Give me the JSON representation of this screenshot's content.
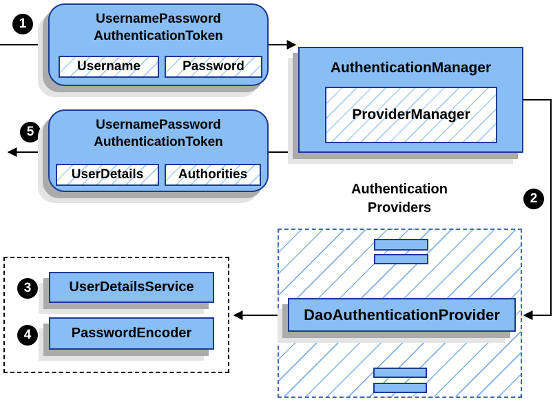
{
  "colors": {
    "box_fill": "#89bef5",
    "box_border": "#1b3a91",
    "hatch_line": "#a9cdf2",
    "hatch_strong": "#7fb2e2",
    "dashed_border": "#3d6ab2",
    "shadow_dark": "#ababab",
    "shadow_light": "#e4e4e4",
    "connector": "#000000"
  },
  "badges": {
    "step1": "1",
    "step2": "2",
    "step3": "3",
    "step4": "4",
    "step5": "5"
  },
  "request_token": {
    "title_line1": "UsernamePassword",
    "title_line2": "AuthenticationToken",
    "field1": "Username",
    "field2": "Password"
  },
  "authentication_manager": {
    "title": "AuthenticationManager",
    "provider_manager": "ProviderManager"
  },
  "response_token": {
    "title_line1": "UsernamePassword",
    "title_line2": "AuthenticationToken",
    "field1": "UserDetails",
    "field2": "Authorities"
  },
  "providers": {
    "heading_line1": "Authentication",
    "heading_line2": "Providers",
    "dao_provider": "DaoAuthenticationProvider"
  },
  "services": {
    "user_details_service": "UserDetailsService",
    "password_encoder": "PasswordEncoder"
  }
}
